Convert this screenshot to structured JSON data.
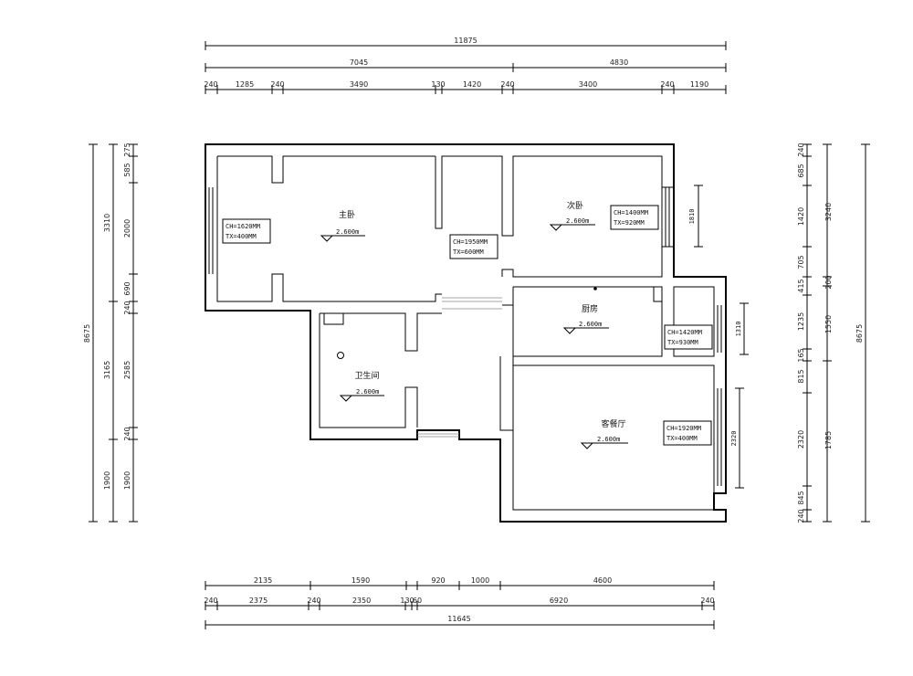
{
  "dims": {
    "top_total": "11875",
    "top_left": "7045",
    "top_right": "4830",
    "top_row": [
      "240",
      "1285",
      "240",
      "3490",
      "130",
      "1420",
      "240",
      "3400",
      "240",
      "1190"
    ],
    "bottom_row1": [
      "2135",
      "1590",
      "920",
      "1000",
      "4600"
    ],
    "bottom_row2": [
      "240",
      "2375",
      "240",
      "2350",
      "130",
      "60",
      "6920",
      "240"
    ],
    "bottom_total": "11645",
    "left_outer": "8675",
    "left_mid": [
      "3310",
      "3165",
      "1900"
    ],
    "left_inner": [
      "275",
      "585",
      "2000",
      "690",
      "240",
      "2585",
      "240",
      "1900"
    ],
    "right_outer": "8675",
    "right_mid": [
      "3240",
      "200",
      "1550",
      "1785"
    ],
    "right_inner": [
      "240",
      "685",
      "1420",
      "705",
      "415",
      "1235",
      "165",
      "815",
      "2320",
      "845",
      "240"
    ],
    "win_marks": [
      "1810",
      "1310",
      "2320"
    ]
  },
  "rooms": {
    "master": {
      "name": "主卧",
      "height": "2.600m"
    },
    "second": {
      "name": "次卧",
      "height": "2.600m"
    },
    "kitchen": {
      "name": "厨房",
      "height": "2.600m"
    },
    "bath": {
      "name": "卫生间",
      "height": "2.600m"
    },
    "living": {
      "name": "客餐厅",
      "height": "2.600m"
    }
  },
  "windows": {
    "w1": [
      "CH=1620MM",
      "TX=400MM"
    ],
    "w2": [
      "CH=1950MM",
      "TX=600MM"
    ],
    "w3": [
      "CH=1400MM",
      "TX=920MM"
    ],
    "w4": [
      "CH=1420MM",
      "TX=930MM"
    ],
    "w5": [
      "CH=1920MM",
      "TX=400MM"
    ]
  }
}
